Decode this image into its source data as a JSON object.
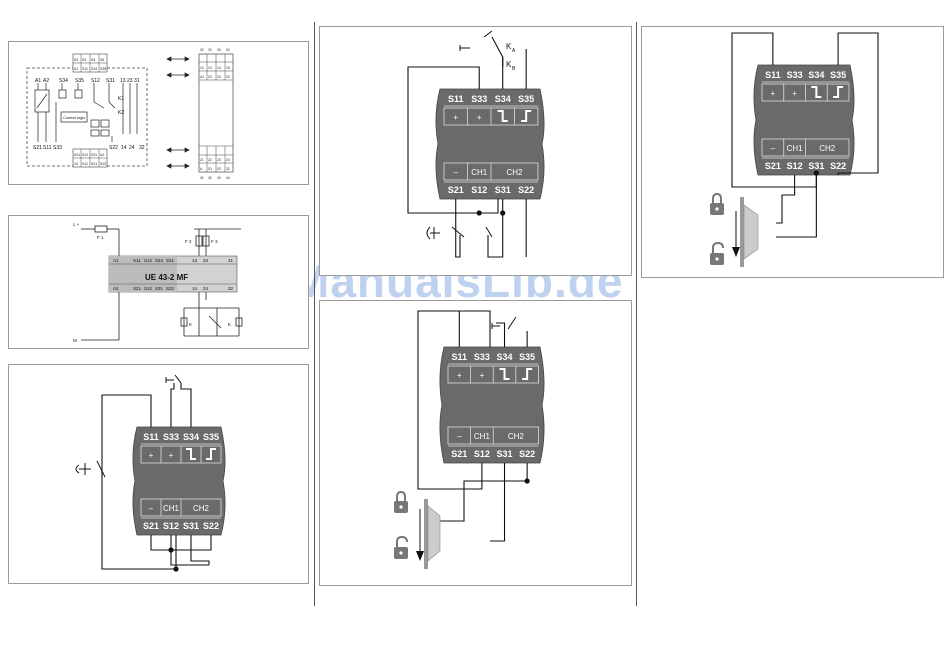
{
  "watermark": "ManualsLib.de",
  "relay_labels": {
    "s11": "S11",
    "s33": "S33",
    "s34": "S34",
    "s35": "S35",
    "plus": "+",
    "minus": "–",
    "ch1": "CH1",
    "ch2": "CH2",
    "s21": "S21",
    "s12": "S12",
    "s31": "S31",
    "s22": "S22"
  },
  "schematic": {
    "top_terminals": [
      "A1",
      "A2",
      "S34",
      "S35",
      "S12",
      "S31",
      "13",
      "23",
      "31"
    ],
    "bottom_terminals": [
      "S21",
      "S11",
      "S33",
      "S22",
      "14",
      "24",
      "32"
    ],
    "k1": "K1",
    "k2": "K2",
    "control_logic": "Control logic",
    "module_top_row1": [
      "S3",
      "S3",
      "S4",
      "S5"
    ],
    "module_top_row2": [
      "A1",
      "S11",
      "S34",
      "S35"
    ],
    "module_bottom_row1": [
      "S21",
      "S12",
      "S31",
      "A2"
    ],
    "module_bottom_row2": [
      "14",
      "S11",
      "S21",
      "S22"
    ],
    "right_top_row1": [
      "32",
      "32",
      "33",
      "34"
    ],
    "right_top_row2": [
      "12",
      "13",
      "14",
      "15"
    ],
    "right_top_row3": [
      "A1",
      "23",
      "24",
      "23"
    ],
    "right_bottom_row1": [
      "21",
      "22",
      "23",
      "24"
    ],
    "right_bottom_row2": [
      "A",
      "S1",
      "S2",
      "32"
    ],
    "right_bottom_row3": [
      "41",
      "42",
      "43",
      "44"
    ]
  },
  "wiring": {
    "device_name": "UE 43-2 MF",
    "l_plus": "L +",
    "fuse1": "F 1",
    "fuse2": "F 2",
    "fuse3": "F 3",
    "m": "M",
    "terminals_top": [
      "A1",
      "S11",
      "S12",
      "S34",
      "S21",
      "13",
      "23",
      "31"
    ],
    "terminals_bottom": [
      "A2",
      "S21",
      "S12",
      "S31",
      "S22",
      "14",
      "24",
      "32"
    ],
    "ka": "K",
    "kb": "K",
    "ka_sub": "A",
    "kb_sub": "B"
  },
  "contactor": {
    "ka": "K",
    "kb": "K",
    "ka_sub": "A",
    "kb_sub": "B"
  }
}
